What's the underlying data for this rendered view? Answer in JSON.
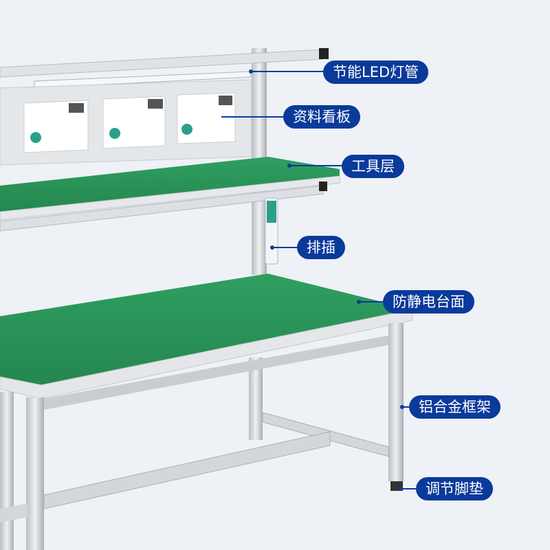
{
  "colors": {
    "label_bg": "#0a3a9a",
    "label_text": "#ffffff",
    "tabletop": "#2e9a5c",
    "frame": "#d7dbe0",
    "background": "#eef1f6"
  },
  "labels": [
    {
      "text": "节能LED灯管"
    },
    {
      "text": "资料看板"
    },
    {
      "text": "工具层"
    },
    {
      "text": "排插"
    },
    {
      "text": "防静电台面"
    },
    {
      "text": "铝合金框架"
    },
    {
      "text": "调节脚垫"
    }
  ]
}
